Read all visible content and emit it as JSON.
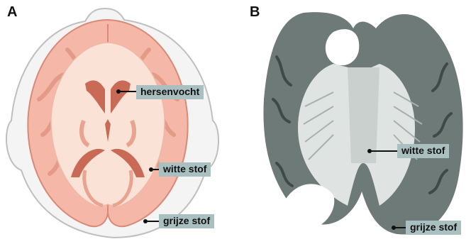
{
  "panels": {
    "a_letter": "A",
    "b_letter": "B"
  },
  "labels": {
    "csf": "hersenvocht",
    "white_a": "witte stof",
    "grey_a": "grijze stof",
    "white_b": "witte stof",
    "grey_b": "grijze stof"
  },
  "colors": {
    "label_bg": "#a9bfc0",
    "cortex_pink": "#f2b3a5",
    "cortex_dark": "#d9826f",
    "ventricle": "#c86a56",
    "white_matter": "#fbe6dc",
    "specimen_grey": "#6d7976",
    "specimen_light": "#dfe5e3"
  }
}
